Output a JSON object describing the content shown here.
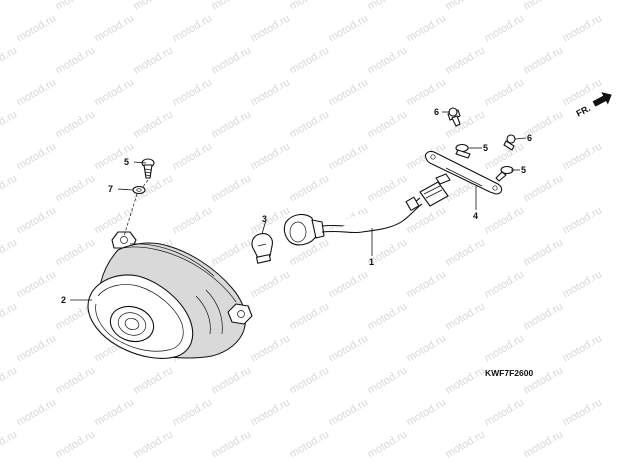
{
  "watermark": "motod.ru",
  "diagram_code": "KWF7F2600",
  "front_arrow_label": "FR.",
  "callouts": [
    "1",
    "2",
    "3",
    "4",
    "5",
    "5",
    "5",
    "6",
    "6",
    "7"
  ],
  "parts": {
    "headlight_unit": "headlight-unit",
    "bulb": "bulb",
    "socket_harness": "socket-harness",
    "stay_bracket": "stay-bracket",
    "screws": "screw",
    "washer": "washer"
  }
}
